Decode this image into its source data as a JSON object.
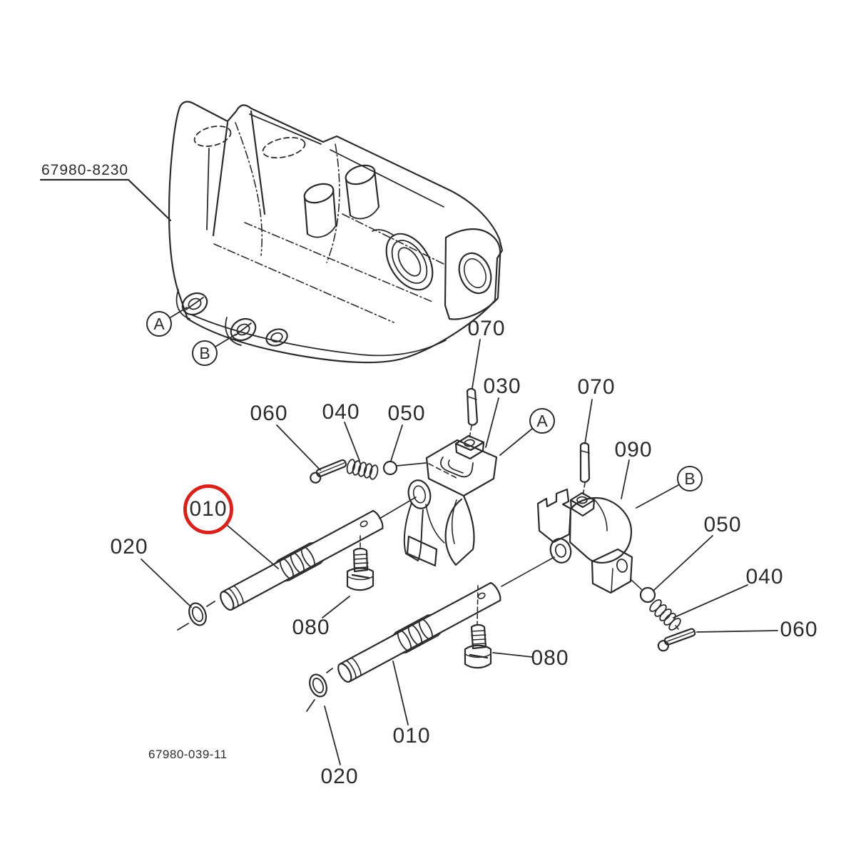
{
  "diagram": {
    "assembly_label": "67980-8230",
    "drawing_number": "67980-039-11",
    "highlighted_part": "010",
    "colors": {
      "line": "#2b2b2b",
      "highlight": "#d7231d",
      "background": "#ffffff"
    }
  },
  "callouts": [
    {
      "ref": "070"
    },
    {
      "ref": "030"
    },
    {
      "ref": "070"
    },
    {
      "ref": "060"
    },
    {
      "ref": "040"
    },
    {
      "ref": "050"
    },
    {
      "ref": "090"
    },
    {
      "ref": "010",
      "highlighted": true
    },
    {
      "ref": "050"
    },
    {
      "ref": "020"
    },
    {
      "ref": "040"
    },
    {
      "ref": "060"
    },
    {
      "ref": "080"
    },
    {
      "ref": "080"
    },
    {
      "ref": "010"
    },
    {
      "ref": "020"
    }
  ],
  "view_markers": [
    {
      "letter": "A"
    },
    {
      "letter": "B"
    },
    {
      "letter": "A"
    },
    {
      "letter": "B"
    }
  ]
}
